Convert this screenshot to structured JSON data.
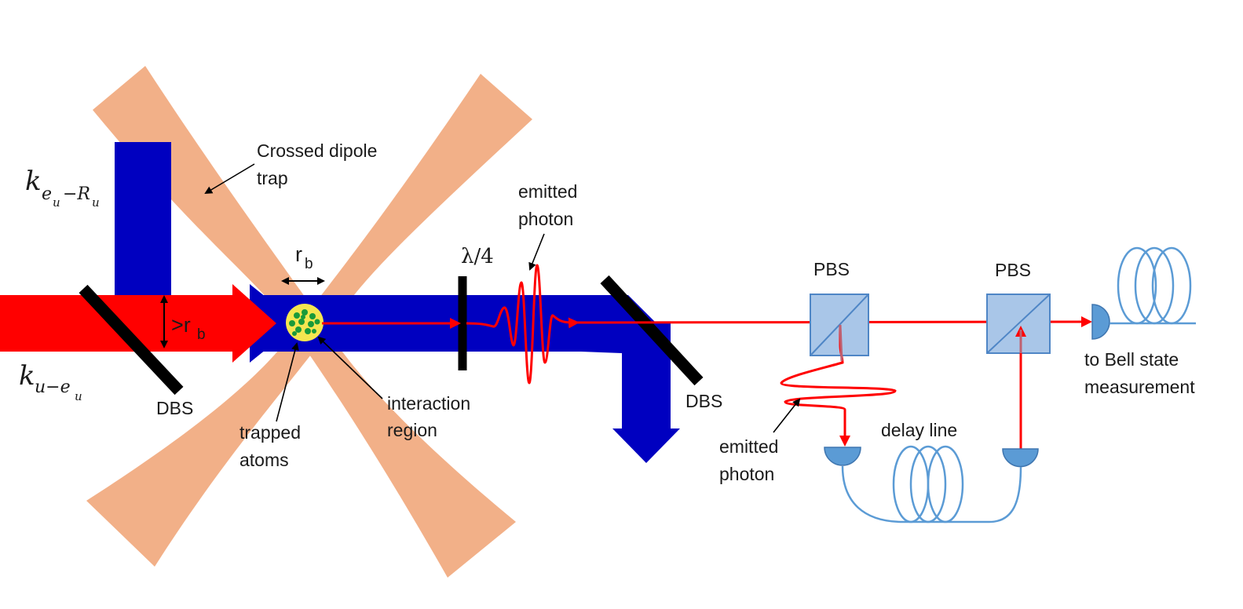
{
  "labels": {
    "crossed_dipole_trap": [
      "Crossed dipole",
      "trap"
    ],
    "emitted_photon_top": [
      "emitted",
      "photon"
    ],
    "lambda_quarter": "λ/4",
    "r_b_main": "r",
    "r_b_sub": "b",
    "gt_r_b_main": ">r",
    "gt_r_b_sub": "b",
    "dbs_left": "DBS",
    "dbs_right": "DBS",
    "trapped_atoms": [
      "trapped",
      "atoms"
    ],
    "interaction_region": [
      "interaction",
      "region"
    ],
    "pbs_left": "PBS",
    "pbs_right": "PBS",
    "emitted_photon_bottom": [
      "emitted",
      "photon"
    ],
    "delay_line": "delay line",
    "bell_state": [
      "to Bell state",
      "measurement"
    ],
    "k_top": {
      "base": "k",
      "sub1": "e",
      "sub1sub": "u",
      "mid": "−R",
      "midsub": "u"
    },
    "k_bottom": {
      "base": "k",
      "sub1": "u−e",
      "sub1sub": "u"
    }
  },
  "colors": {
    "trap_beam": "#f2b088",
    "blue_beam": "#0000c0",
    "red_beam": "#ff0000",
    "mirror": "#000000",
    "pbs_fill": "#a9c6e8",
    "pbs_stroke": "#4f86c6",
    "fiber": "#5b9bd5",
    "detector": "#5b9bd5",
    "atom_cloud": "#f5e650",
    "atoms": "#1a9a3a"
  }
}
